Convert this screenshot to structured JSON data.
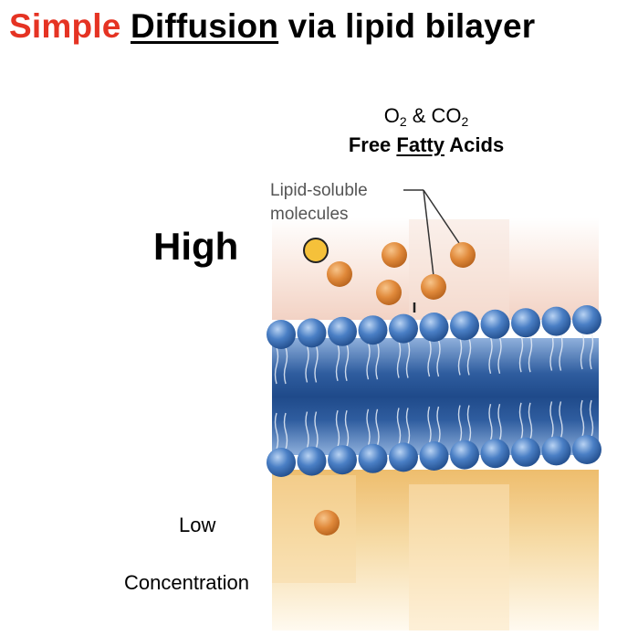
{
  "title": {
    "word1": "Simple",
    "word2": "Diffusion",
    "rest": "via lipid bilayer"
  },
  "molecule_labels": {
    "line1_o": "O",
    "line1_o_sub": "2",
    "line1_mid": " & CO",
    "line1_co_sub": "2",
    "line2_pre": "Free ",
    "line2_fatty": "Fatty",
    "line2_post": " Acids"
  },
  "lipid_label": {
    "line1": "Lipid-soluble",
    "line2": "molecules"
  },
  "gradient_labels": {
    "high": "High",
    "low": "Low",
    "concentration": "Concentration"
  },
  "colors": {
    "title_accent": "#e53323",
    "molecule_orange": "#e08a3a",
    "highlight_molecule": "#f5c13a",
    "membrane_blue": "#3b6fb5",
    "top_region": "#f4d9cc",
    "bottom_region": "#f2c98a"
  }
}
